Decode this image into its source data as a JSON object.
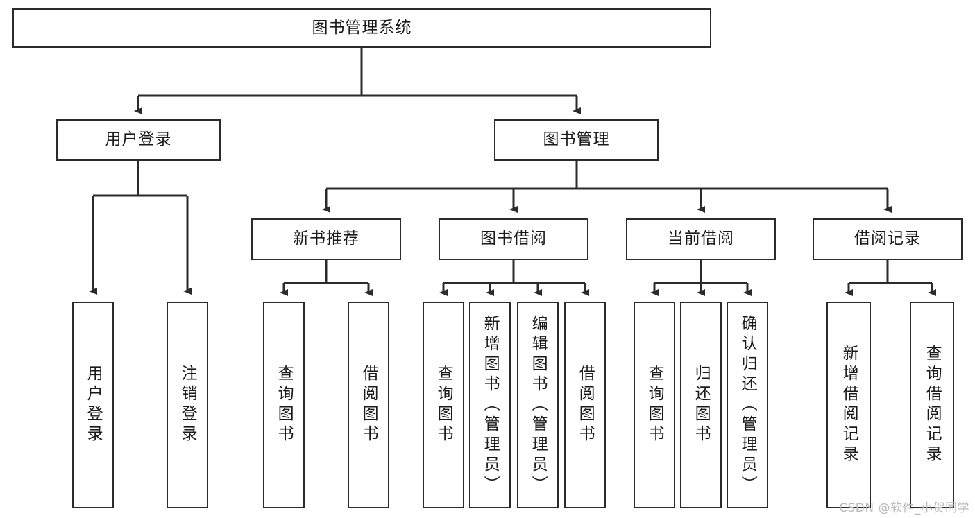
{
  "diagram": {
    "title": "图书管理系统",
    "type": "tree",
    "watermark": "CSDN @软件_小贺同学",
    "colors": {
      "stroke": "#2b2b2b",
      "fill": "#ffffff",
      "text": "#1a1a1a",
      "watermark": "#b9b9b9"
    },
    "nodes": {
      "root": {
        "label": "图书管理系统"
      },
      "level1": [
        {
          "label": "用户登录"
        },
        {
          "label": "图书管理"
        }
      ],
      "level2": [
        {
          "label": "新书推荐"
        },
        {
          "label": "图书借阅"
        },
        {
          "label": "当前借阅"
        },
        {
          "label": "借阅记录"
        }
      ],
      "leaves_user_login": [
        {
          "label": "用户登录"
        },
        {
          "label": "注销登录"
        }
      ],
      "leaves_new_book": [
        {
          "label": "查询图书"
        },
        {
          "label": "借阅图书"
        }
      ],
      "leaves_borrow": [
        {
          "label": "查询图书"
        },
        {
          "label": "新增图书（管理员）"
        },
        {
          "label": "编辑图书（管理员）"
        },
        {
          "label": "借阅图书"
        }
      ],
      "leaves_current": [
        {
          "label": "查询图书"
        },
        {
          "label": "归还图书"
        },
        {
          "label": "确认归还（管理员）"
        }
      ],
      "leaves_records": [
        {
          "label": "新增借阅记录"
        },
        {
          "label": "查询借阅记录"
        }
      ]
    }
  }
}
